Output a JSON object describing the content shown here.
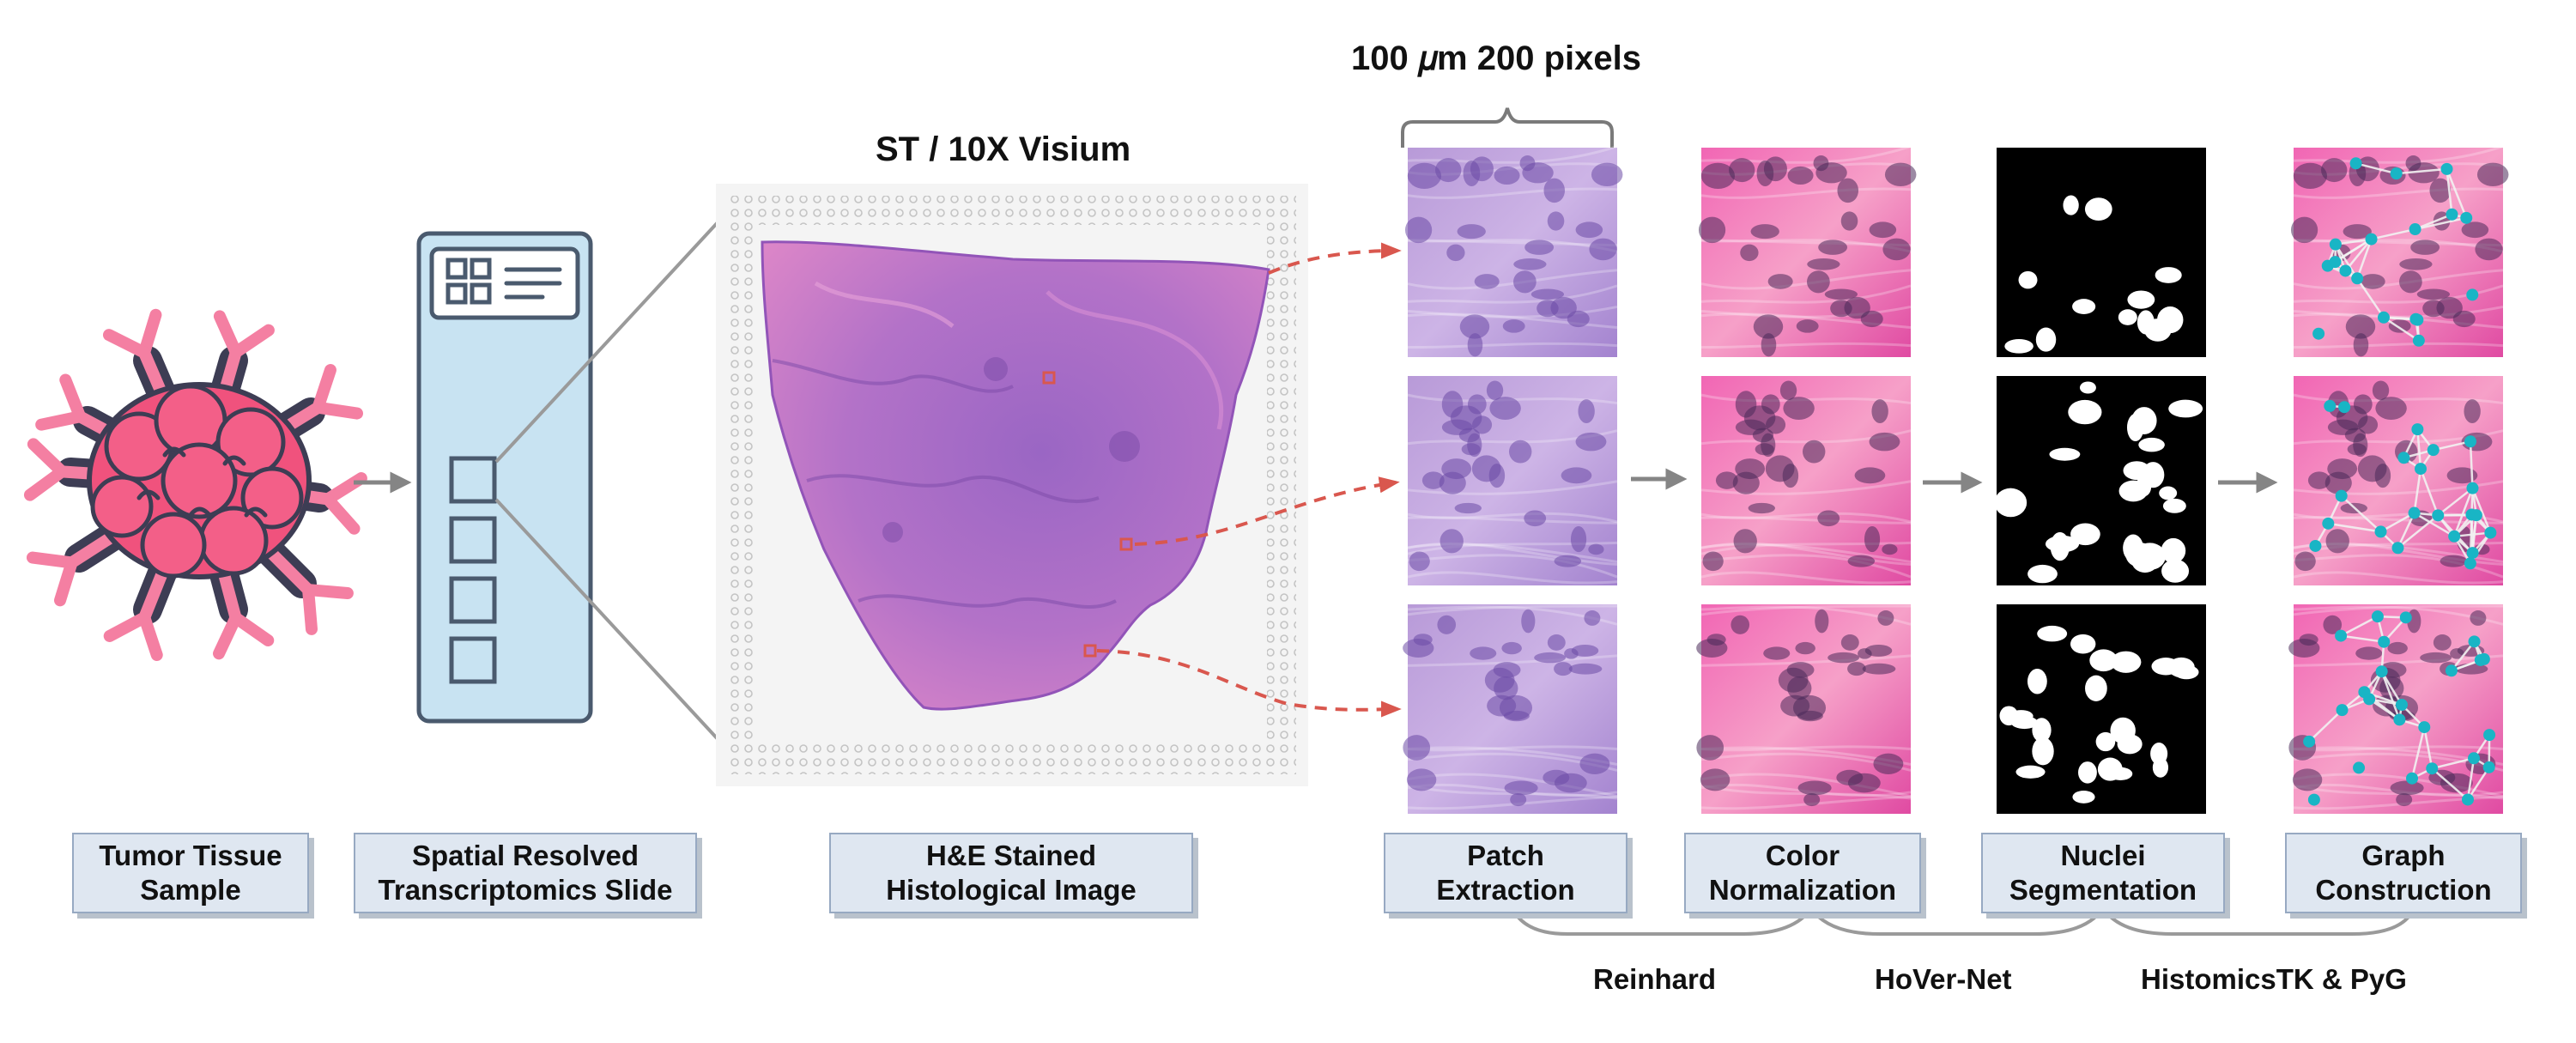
{
  "colors": {
    "tumor_pink": "#f0527d",
    "tumor_dark": "#3d3d54",
    "slide_fill": "#c8e3f2",
    "slide_stroke": "#4a5a6e",
    "label_fill": "#dfe7f1",
    "label_border": "#97a9c2",
    "he_purple": "#a868c2",
    "he_pink": "#e27bc0",
    "mask_white": "#ffffff",
    "mask_black": "#000000",
    "graph_node": "#19b5c5",
    "arrow_gray": "#858585",
    "dashed_red": "#d9574e"
  },
  "icons": {
    "tumor": "tumor-tissue-icon",
    "slide": "slide-icon",
    "arrow": "right-arrow-icon"
  },
  "titles": {
    "visium": "ST / 10X Visium",
    "patch_size": "100 𝜇m 200 pixels"
  },
  "steps": [
    {
      "id": "tumor",
      "line1": "Tumor Tissue",
      "line2": "Sample"
    },
    {
      "id": "slide",
      "line1": "Spatial Resolved",
      "line2": "Transcriptomics Slide"
    },
    {
      "id": "he",
      "line1": "H&E Stained",
      "line2": "Histological Image"
    },
    {
      "id": "patch",
      "line1": "Patch",
      "line2": "Extraction"
    },
    {
      "id": "color",
      "line1": "Color",
      "line2": "Normalization"
    },
    {
      "id": "nuclei",
      "line1": "Nuclei",
      "line2": "Segmentation"
    },
    {
      "id": "graph",
      "line1": "Graph",
      "line2": "Construction"
    }
  ],
  "methods": [
    {
      "label": "Reinhard"
    },
    {
      "label": "HoVer-Net"
    },
    {
      "label": "HistomicsTK & PyG"
    }
  ]
}
